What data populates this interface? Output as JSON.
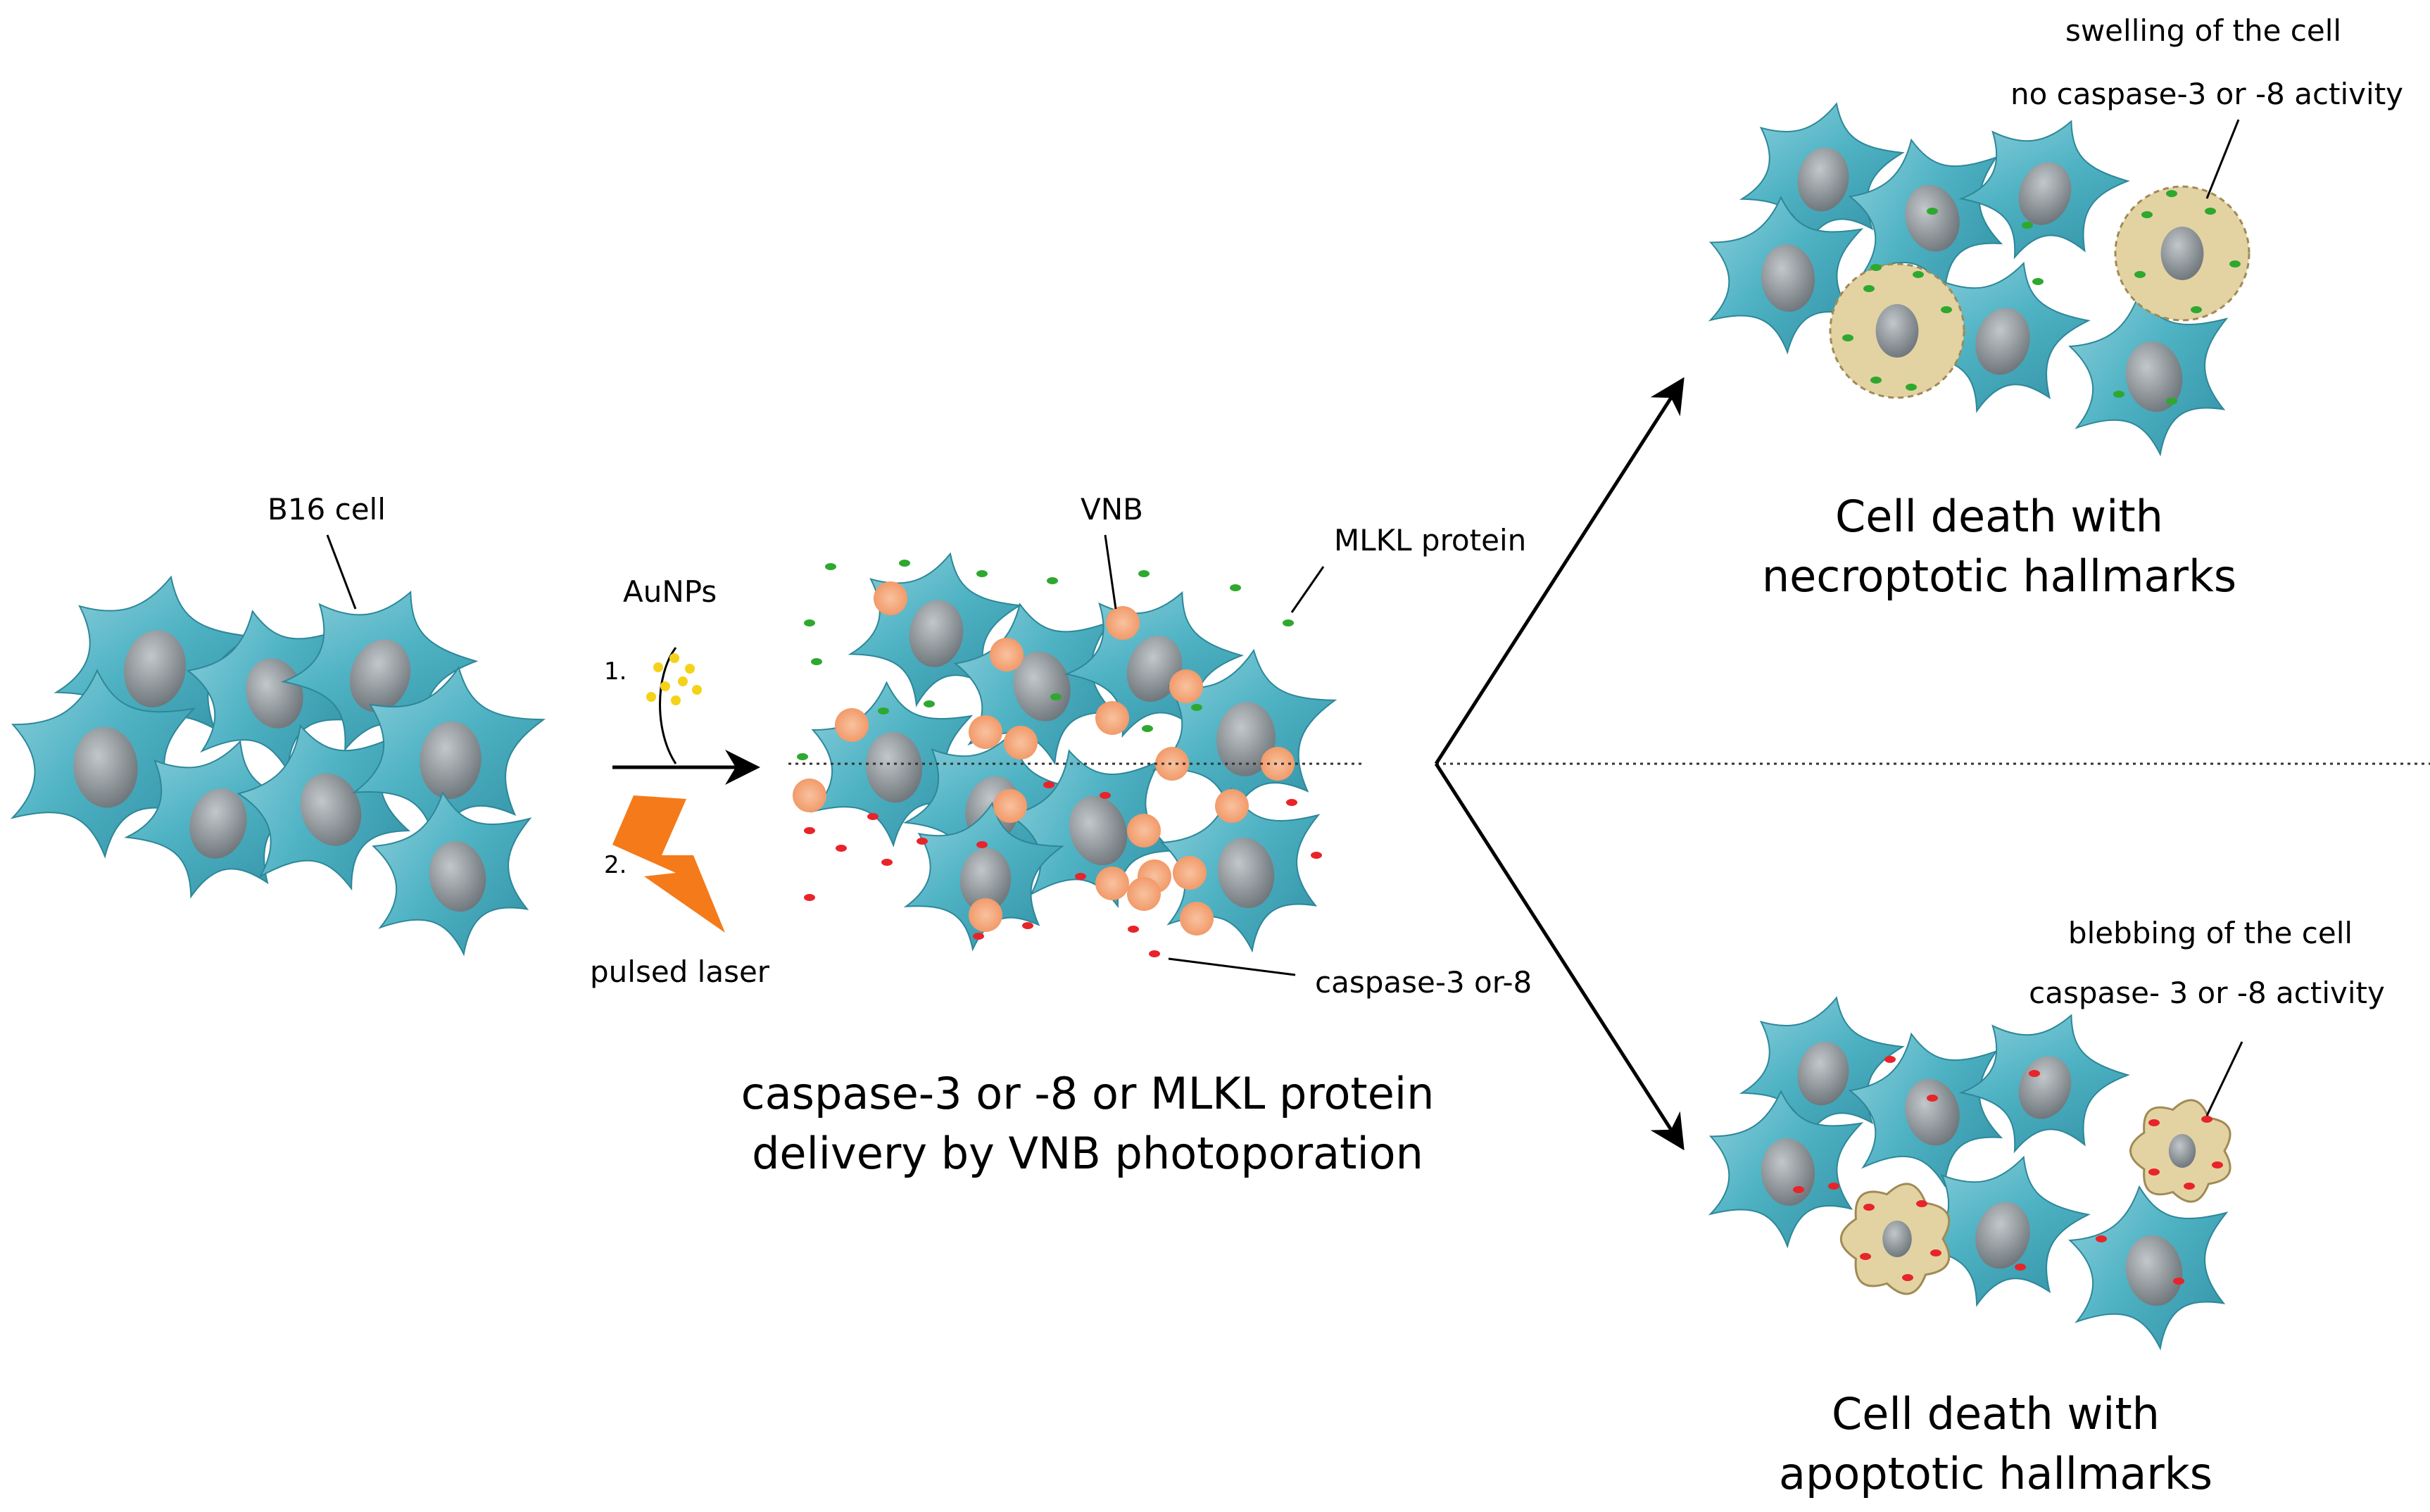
{
  "labels": {
    "b16_cell": "B16 cell",
    "aunps": "AuNPs",
    "step1": "1.",
    "step2": "2.",
    "pulsed_laser": "pulsed laser",
    "vnb": "VNB",
    "mlkl_protein": "MLKL protein",
    "caspase_label": "caspase-3 or-8",
    "delivery_caption_line1": "caspase-3 or -8 or MLKL protein",
    "delivery_caption_line2": "delivery by VNB photoporation",
    "swelling": "swelling of the cell",
    "no_caspase": "no caspase-3 or -8 activity",
    "necroptotic_line1": "Cell death with",
    "necroptotic_line2": "necroptotic hallmarks",
    "blebbing": "blebbing of the cell",
    "caspase_activity": "caspase- 3 or -8 activity",
    "apoptotic_line1": "Cell death with",
    "apoptotic_line2": "apoptotic hallmarks"
  },
  "colors": {
    "cell_fill": "#4fb3c4",
    "cell_light": "#a9dde6",
    "nucleus": "#7a8288",
    "nucleus_light": "#b8bdc0",
    "dying_cell": "#e3d3a3",
    "mlkl_dot": "#2ea82e",
    "caspase_dot": "#e8242b",
    "vnb_bubble": "#f5a67a",
    "aunp": "#f5d21a",
    "laser": "#f47a1a"
  }
}
